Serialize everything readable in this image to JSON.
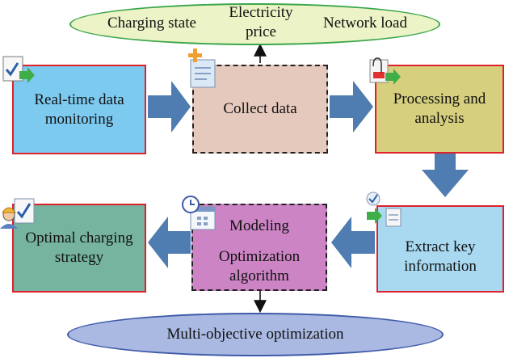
{
  "top_ellipse": {
    "left_label": "Charging state",
    "center_label_line1": "Electricity",
    "center_label_line2": "price",
    "right_label": "Network load"
  },
  "boxes": {
    "realtime": {
      "line1": "Real-time data",
      "line2": "monitoring"
    },
    "collect": {
      "line1": "Collect data"
    },
    "processing": {
      "line1": "Processing and",
      "line2": "analysis"
    },
    "extract": {
      "line1": "Extract key",
      "line2": "information"
    },
    "modeling": {
      "line1": "Modeling",
      "line2": "Optimization",
      "line3": "algorithm"
    },
    "optimal": {
      "line1": "Optimal charging",
      "line2": "strategy"
    }
  },
  "bottom_ellipse": {
    "label": "Multi-objective optimization"
  },
  "icons": [
    "document-check-icon",
    "document-add-icon",
    "attachment-document-icon",
    "document-transfer-icon",
    "schedule-calendar-icon",
    "worker-checklist-icon"
  ],
  "colors": {
    "ellipse_fill": "#ecf3c6",
    "ellipse_border": "#3aa64a",
    "bottom_ellipse_fill": "#a9b9e2",
    "bottom_ellipse_border": "#3f5aa8",
    "realtime_fill": "#7dcaf1",
    "collect_fill": "#e6c9bd",
    "processing_fill": "#d6cf7e",
    "extract_fill": "#a8d9f0",
    "modeling_fill": "#cc84c4",
    "optimal_fill": "#76b49f",
    "red_border": "#e0202a",
    "arrow_fill": "#4f7cb1"
  }
}
